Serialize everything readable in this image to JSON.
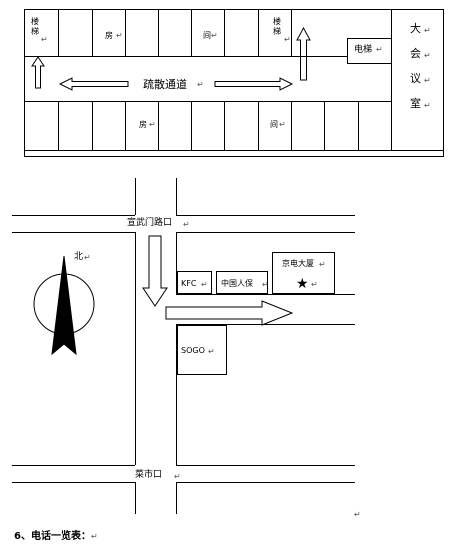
{
  "floor_plan": {
    "stairs_left": "楼梯",
    "stairs_right": "楼梯",
    "room_top_1": "房",
    "room_top_2": "间",
    "elevator": "电梯",
    "corridor": "疏散通道",
    "room_bottom_1": "房",
    "room_bottom_2": "间",
    "conference_room": [
      "大",
      "会",
      "议",
      "室"
    ]
  },
  "map": {
    "north": "北",
    "road_top": "宣武门路口",
    "building_kfc": "KFC",
    "building_picc": "中国人保",
    "building_jingdian": "京电大厦",
    "building_sogo": "SOGO",
    "road_bottom": "菜市口"
  },
  "paragraph_mark": "↵",
  "footer": {
    "heading": "6、电话一览表："
  }
}
